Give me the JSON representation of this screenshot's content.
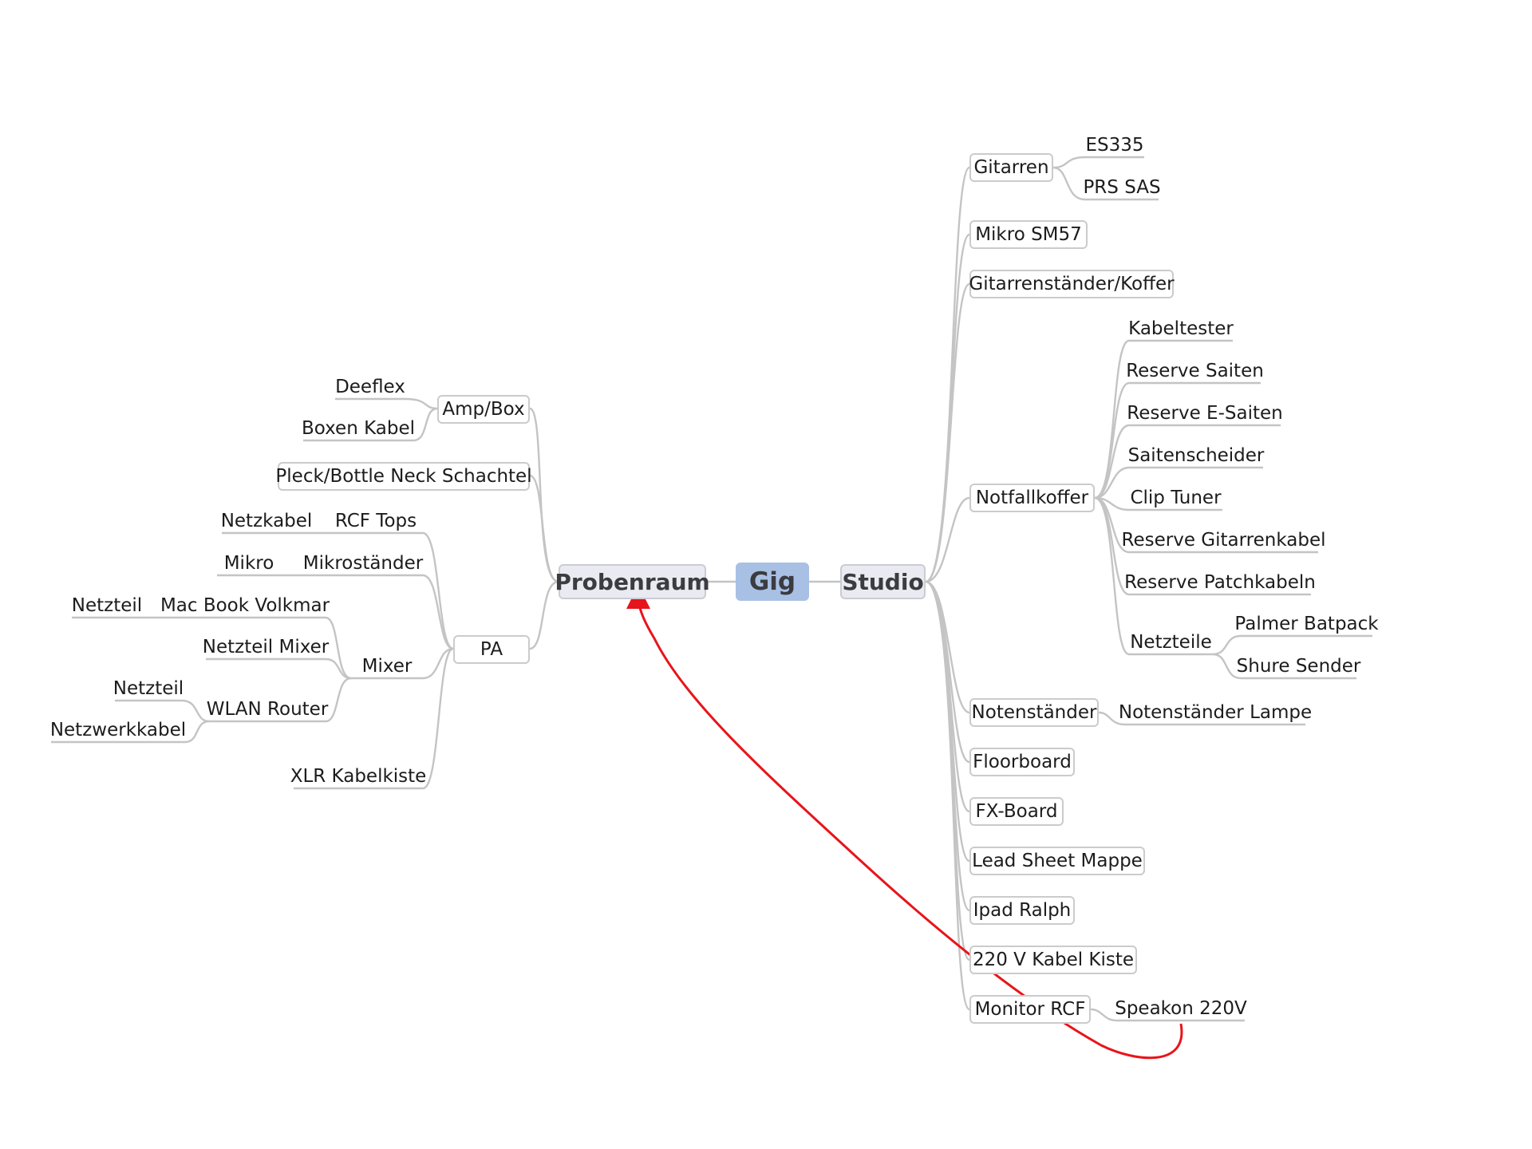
{
  "mindmap": {
    "root": "Gig",
    "left": {
      "label": "Probenraum",
      "amp": {
        "label": "Amp/Box",
        "children": [
          "Deeflex",
          "Boxen Kabel"
        ]
      },
      "pleck": "Pleck/Bottle Neck Schachtel",
      "pa": {
        "label": "PA",
        "rcf": {
          "label": "RCF Tops",
          "child": "Netzkabel"
        },
        "mikrostaender": {
          "label": "Mikroständer",
          "child": "Mikro"
        },
        "mixer": {
          "label": "Mixer",
          "macbook": {
            "label": "Mac Book Volkmar",
            "child": "Netzteil"
          },
          "netzteil_mixer": "Netzteil Mixer",
          "wlan": {
            "label": "WLAN Router",
            "children": [
              "Netzteil",
              "Netzwerkkabel"
            ]
          }
        },
        "xlr": "XLR Kabelkiste"
      }
    },
    "right": {
      "label": "Studio",
      "gitarren": {
        "label": "Gitarren",
        "children": [
          "ES335",
          "PRS SAS"
        ]
      },
      "mikro": "Mikro SM57",
      "staender": "Gitarrenständer/Koffer",
      "notfall": {
        "label": "Notfallkoffer",
        "children": [
          "Kabeltester",
          "Reserve Saiten",
          "Reserve E-Saiten",
          "Saitenscheider",
          "Clip Tuner",
          "Reserve Gitarrenkabel",
          "Reserve Patchkabeln"
        ],
        "netzteile": {
          "label": "Netzteile",
          "children": [
            "Palmer Batpack",
            "Shure Sender"
          ]
        }
      },
      "noten": {
        "label": "Notenständer",
        "child": "Notenständer Lampe"
      },
      "floorboard": "Floorboard",
      "fxboard": "FX-Board",
      "leadsheet": "Lead Sheet Mappe",
      "ipad": "Ipad Ralph",
      "kabel220": "220 V Kabel Kiste",
      "monitor": {
        "label": "Monitor RCF",
        "child": "Speakon 220V"
      }
    },
    "relationship_color": "#e8141b"
  }
}
